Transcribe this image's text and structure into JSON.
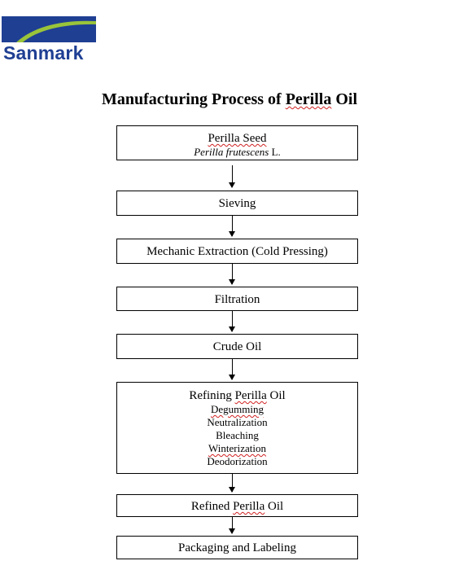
{
  "brand": {
    "name": "Sanmark",
    "colors": {
      "blue": "#1f3f93",
      "green": "#9ac43a"
    }
  },
  "title": {
    "before": "Manufacturing Process of ",
    "highlight": "Perilla",
    "after": " Oil"
  },
  "steps": [
    {
      "label": "Perilla Seed",
      "sub_italic": "Perilla frutescens",
      "sub_plain": " L."
    },
    {
      "label": "Sieving"
    },
    {
      "label": "Mechanic Extraction (Cold Pressing)"
    },
    {
      "label": "Filtration"
    },
    {
      "label": "Crude Oil"
    },
    {
      "label": "Refining Perilla Oil",
      "substeps": [
        "Degumming",
        "Neutralization",
        "Bleaching",
        "Winterization",
        "Deodorization"
      ]
    },
    {
      "label": "Refined Perilla Oil"
    },
    {
      "label": "Packaging and Labeling"
    }
  ]
}
